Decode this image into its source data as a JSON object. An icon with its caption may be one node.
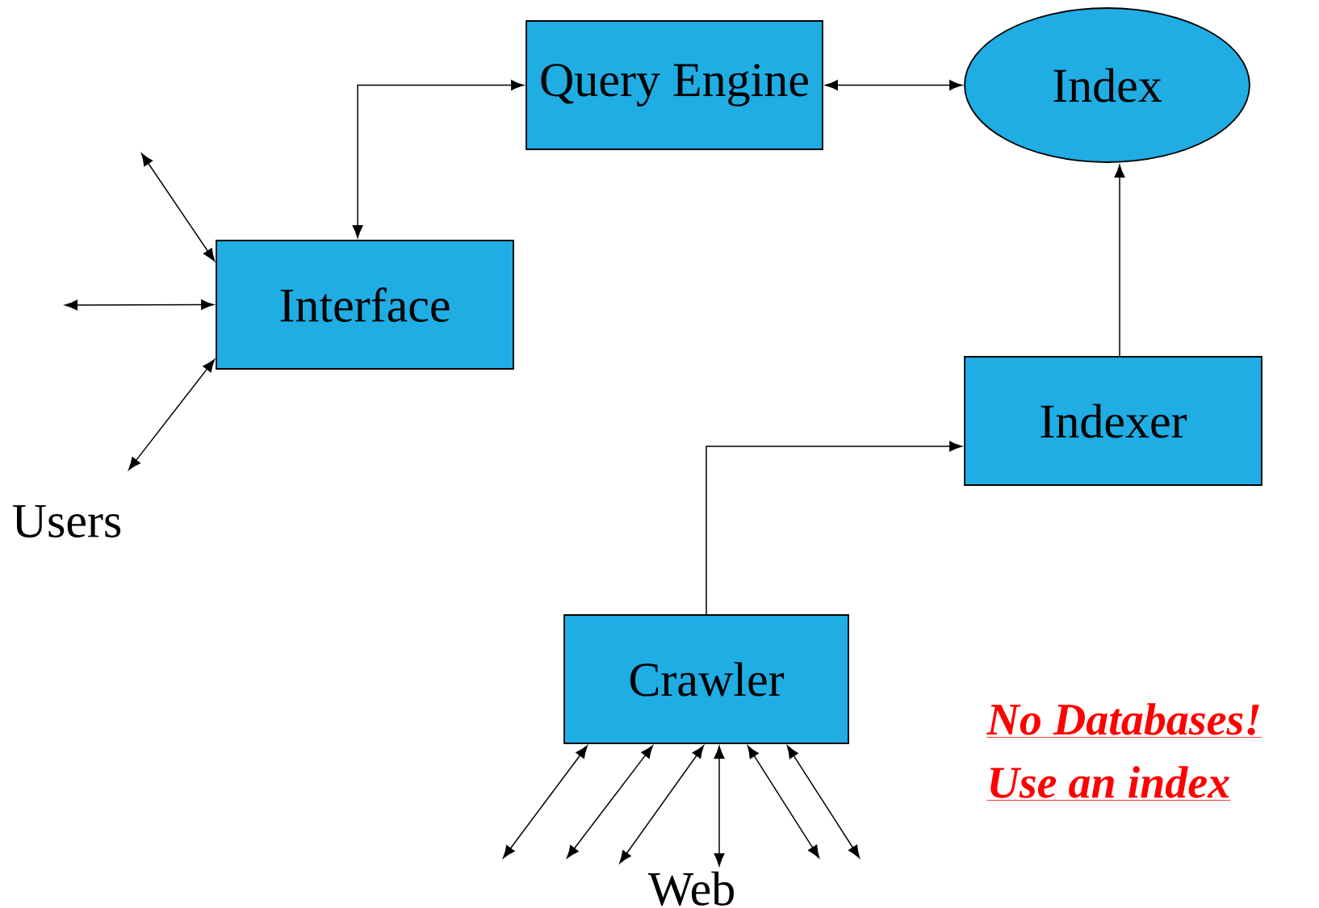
{
  "diagram": {
    "nodes": [
      {
        "text": [
          "Query Engine"
        ]
      },
      {
        "text": [
          "Index"
        ]
      },
      {
        "text": [
          "Interface"
        ]
      },
      {
        "text": [
          "Indexer"
        ]
      },
      {
        "text": [
          "Crawler"
        ]
      },
      {
        "text": [
          "Web"
        ]
      }
    ],
    "edges": [
      {
        "from": 2,
        "to": 0,
        "arrow": "both"
      },
      {
        "from": 0,
        "to": 1,
        "arrow": "both"
      },
      {
        "from": 3,
        "to": 1,
        "arrow": "to"
      },
      {
        "from": 4,
        "to": 3,
        "arrow": "to"
      },
      {
        "from": null,
        "to": 2,
        "arrow": "both"
      },
      {
        "from": null,
        "to": 2,
        "arrow": "both"
      },
      {
        "from": null,
        "to": 2,
        "arrow": "both"
      },
      {
        "from": null,
        "to": 4,
        "arrow": "both"
      },
      {
        "from": null,
        "to": 4,
        "arrow": "both"
      },
      {
        "from": 5,
        "to": 4,
        "arrow": "both"
      },
      {
        "from": 5,
        "to": 4,
        "arrow": "both"
      },
      {
        "from": null,
        "to": 4,
        "arrow": "both"
      },
      {
        "from": null,
        "to": 4,
        "arrow": "both"
      }
    ],
    "labels": [
      "Users",
      "No Databases!",
      "Use an index"
    ]
  }
}
